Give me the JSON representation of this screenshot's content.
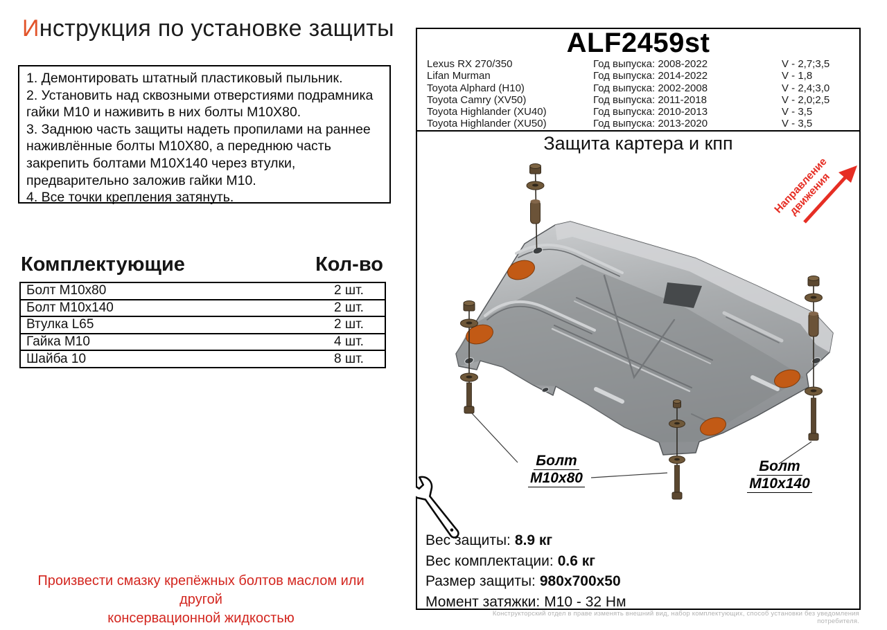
{
  "page_title": {
    "first_letter": "И",
    "rest": "нструкция по установке защиты"
  },
  "instructions": {
    "lines": [
      "1. Демонтировать штатный пластиковый пыльник.",
      "2. Установить над сквозными отверстиями подрамника",
      "гайки М10 и наживить в них болты М10Х80.",
      "3. Заднюю часть защиты надеть пропилами на раннее",
      "наживлённые болты М10Х80, а переднюю часть",
      "закрепить болтами М10Х140 через втулки,",
      "предварительно заложив гайки М10.",
      "4. Все точки крепления затянуть."
    ]
  },
  "parts": {
    "header": "Комплектующие",
    "qty_header": "Кол-во",
    "rows": [
      {
        "name": "Болт М10х80",
        "qty": "2 шт."
      },
      {
        "name": "Болт М10х140",
        "qty": "2 шт."
      },
      {
        "name": "Втулка L65",
        "qty": "2 шт."
      },
      {
        "name": "Гайка М10",
        "qty": "4 шт."
      },
      {
        "name": "Шайба 10",
        "qty": "8 шт."
      }
    ]
  },
  "note": {
    "line1": "Произвести смазку крепёжных болтов маслом или другой",
    "line2": "консервационной жидкостью"
  },
  "panel": {
    "code": "ALF2459st",
    "vehicles": [
      {
        "name": "Lexus RX 270/350",
        "year": "Год выпуска: 2008-2022",
        "v": "V - 2,7;3,5"
      },
      {
        "name": "Lifan Murman",
        "year": "Год выпуска: 2014-2022",
        "v": "V - 1,8"
      },
      {
        "name": "Toyota Alphard (H10)",
        "year": "Год выпуска: 2002-2008",
        "v": "V - 2,4;3,0"
      },
      {
        "name": "Toyota Camry (XV50)",
        "year": "Год выпуска: 2011-2018",
        "v": "V - 2,0;2,5"
      },
      {
        "name": "Toyota Highlander (XU40)",
        "year": "Год выпуска: 2010-2013",
        "v": "V - 3,5"
      },
      {
        "name": "Toyota Highlander (XU50)",
        "year": "Год выпуска: 2013-2020",
        "v": "V - 3,5"
      }
    ],
    "diagram_title": "Защита картера и кпп",
    "direction": {
      "line1": "Направление",
      "line2": "движения"
    },
    "labels": {
      "bolt1_line1": "Болт",
      "bolt1_line2": "М10х80",
      "bolt2_line1": "Болт",
      "bolt2_line2": "М10х140"
    },
    "specs": [
      {
        "label": "Вес защиты:",
        "value": "8.9 кг"
      },
      {
        "label": "Вес комплектации:",
        "value": "0.6 кг"
      },
      {
        "label": "Размер защиты:",
        "value": "980х700х50"
      },
      {
        "label": "Момент затяжки:",
        "value": "М10 - 32 Нм"
      }
    ]
  },
  "disclaimer": "Конструкторский отдел в праве изменять внешний вид, набор комплектующих, способ установки без уведомления потребителя.",
  "colors": {
    "accent_orange": "#e2542a",
    "warning_red": "#d3261f",
    "arrow_red": "#e62e24",
    "pad_orange": "#c25a15"
  }
}
